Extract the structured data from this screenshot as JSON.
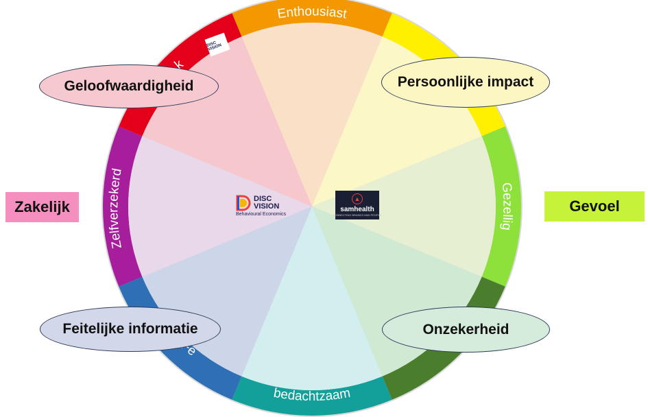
{
  "left_label": "Zakelijk",
  "right_label": "Gevoel",
  "ring_labels": {
    "top": "Enthousiast",
    "right": "Gezellig",
    "bottom": "bedachtzaam",
    "left": "Zelfverzekerd",
    "bottom_left": "Fe",
    "top_left": "k"
  },
  "quadrants": {
    "top_left": "Geloofwaardigheid",
    "top_right": "Persoonlijke impact",
    "bottom_left": "Feitelijke informatie",
    "bottom_right": "Onzekerheid"
  },
  "logos": {
    "disc_line1": "DISC",
    "disc_line2": "VISION",
    "disc_sub": "Behavioural Economics",
    "sam_name": "samhealth",
    "sam_tag": "CONNECTING BRANDS AND PEOPLE",
    "small_disc": "DISC VISION"
  },
  "colors": {
    "left_label_bg": "#f48fc0",
    "right_label_bg": "#c6f23a",
    "top_left_ellipse": "#f6c9d1",
    "top_right_ellipse": "#fbf6c2",
    "bottom_left_ellipse": "#d2d8ea",
    "bottom_right_ellipse": "#d5ebdc"
  }
}
